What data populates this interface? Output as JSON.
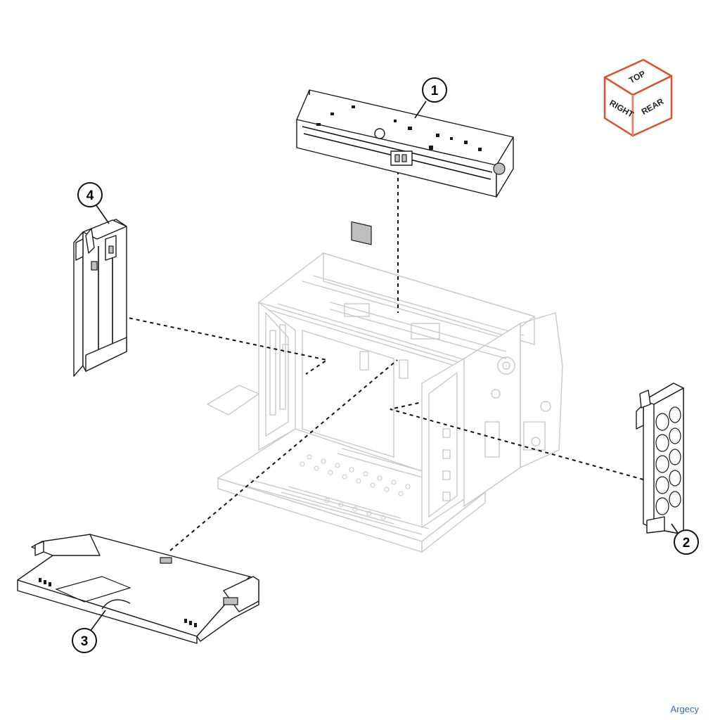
{
  "orientation_cube": {
    "faces": [
      "TOP",
      "RIGHT",
      "REAR"
    ],
    "edge_color": "#e0502a"
  },
  "callouts": [
    {
      "number": "1"
    },
    {
      "number": "2"
    },
    {
      "number": "3"
    },
    {
      "number": "4"
    }
  ],
  "watermark": "Argecy"
}
